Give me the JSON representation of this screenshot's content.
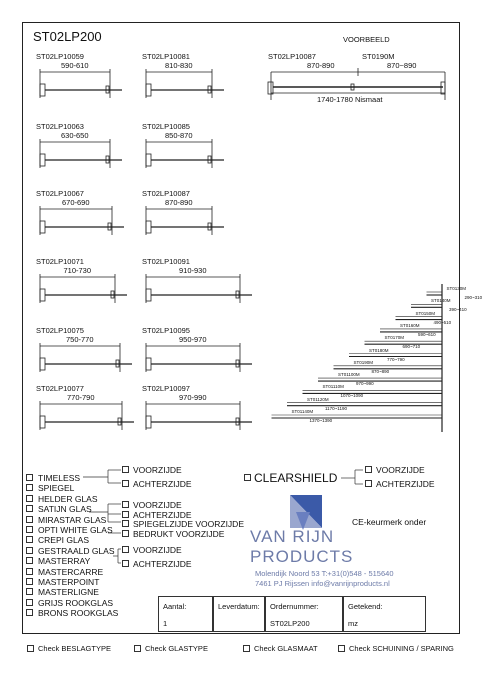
{
  "title": "ST02LP200",
  "example": {
    "label": "VOORBEELD",
    "code_left": "ST02LP10087",
    "code_right": "ST0190M",
    "dim_left": "870-890",
    "dim_right": "870~890",
    "dim_total": "1740-1780 Nismaat"
  },
  "variants_left": [
    {
      "code": "ST02LP10059",
      "dim": "590-610"
    },
    {
      "code": "ST02LP10063",
      "dim": "630-650"
    },
    {
      "code": "ST02LP10067",
      "dim": "670-690"
    },
    {
      "code": "ST02LP10071",
      "dim": "710-730"
    },
    {
      "code": "ST02LP10075",
      "dim": "750-770"
    },
    {
      "code": "ST02LP10077",
      "dim": "770-790"
    }
  ],
  "variants_right": [
    {
      "code": "ST02LP10081",
      "dim": "810-830"
    },
    {
      "code": "ST02LP10085",
      "dim": "850-870"
    },
    {
      "code": "ST02LP10087",
      "dim": "870-890"
    },
    {
      "code": "ST02LP10091",
      "dim": "910-930"
    },
    {
      "code": "ST02LP10095",
      "dim": "950-970"
    },
    {
      "code": "ST02LP10097",
      "dim": "970-990"
    }
  ],
  "stack": [
    {
      "code": "ST0130M",
      "dim": "290~310"
    },
    {
      "code": "ST0140M",
      "dim": "390~410"
    },
    {
      "code": "ST0150M",
      "dim": "490~510"
    },
    {
      "code": "ST0160M",
      "dim": "590~610"
    },
    {
      "code": "ST0170M",
      "dim": "690~710"
    },
    {
      "code": "ST0180M",
      "dim": "770~790"
    },
    {
      "code": "ST0190M",
      "dim": "870~890"
    },
    {
      "code": "ST01100M",
      "dim": "970~990"
    },
    {
      "code": "ST01110M",
      "dim": "1070~1090"
    },
    {
      "code": "ST01120M",
      "dim": "1170~1190"
    },
    {
      "code": "ST01140M",
      "dim": "1370~1390"
    }
  ],
  "glass_options": [
    "TIMELESS",
    "SPIEGEL",
    "HELDER GLAS",
    "SATIJN GLAS",
    "MIRASTAR GLAS",
    "OPTI WHITE GLAS",
    "CREPI GLAS",
    "GESTRAALD GLAS",
    "MASTERRAY",
    "MASTERCARRE",
    "MASTERPOINT",
    "MASTERLIGNE",
    "GRIJS ROOKGLAS",
    "BRONS ROOKGLAS"
  ],
  "side_options": {
    "voorzijde": "VOORZIJDE",
    "achterzijde": "ACHTERZIJDE",
    "spiegel_voorzijde": "SPIEGELZIJDE VOORZIJDE",
    "bedrukt_voorzijde": "BEDRUKT VOORZIJDE"
  },
  "clearshield": "CLEARSHIELD",
  "ce": "CE-keurmerk onder",
  "company": {
    "line1": "VAN RIJN",
    "line2": "PRODUCTS",
    "address1": "Molendijk Noord 53 T:+31(0)548 - 515640",
    "address2": "7461 PJ Rijssen        info@vanrijnproducts.nl"
  },
  "order": {
    "aantal_label": "Aantal:",
    "aantal_value": "1",
    "leverdatum_label": "Leverdatum:",
    "leverdatum_value": "",
    "ordernummer_label": "Ordernummer:",
    "ordernummer_value": "ST02LP200",
    "getekend_label": "Getekend:",
    "getekend_value": "mz"
  },
  "checks": [
    "Check BESLAGTYPE",
    "Check GLASTYPE",
    "Check GLASMAAT",
    "Check SCHUINING / SPARING"
  ]
}
